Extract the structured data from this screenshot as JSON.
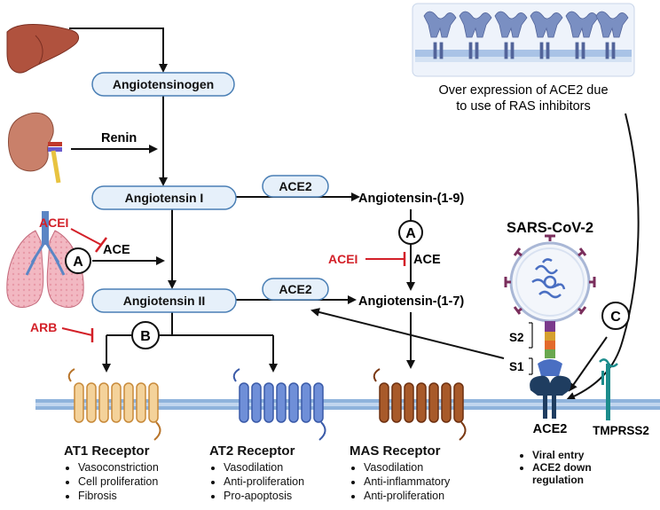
{
  "boxes": {
    "angiotensinogen": "Angiotensinogen",
    "angiotensin_i": "Angiotensin I",
    "angiotensin_ii": "Angiotensin II",
    "ace2_top": "ACE2",
    "ace2_mid": "ACE2"
  },
  "labels": {
    "renin": "Renin",
    "acei_left": "ACEI",
    "ace_left": "ACE",
    "arb": "ARB",
    "ang_1_9": "Angiotensin-(1-9)",
    "ang_1_7": "Angiotensin-(1-7)",
    "acei_mid": "ACEI",
    "ace_mid": "ACE",
    "sars": "SARS-CoV-2",
    "s2": "S2",
    "s1": "S1",
    "ace2_receptor": "ACE2",
    "tmprss2": "TMPRSS2",
    "overexpression_line1": "Over expression of ACE2 due",
    "overexpression_line2": "to use of RAS inhibitors"
  },
  "markers": {
    "a1": "A",
    "a2": "A",
    "b": "B",
    "c": "C"
  },
  "receptors": {
    "at1": {
      "title": "AT1 Receptor",
      "effects": [
        "Vasoconstriction",
        "Cell proliferation",
        "Fibrosis"
      ]
    },
    "at2": {
      "title": "AT2 Receptor",
      "effects": [
        "Vasodilation",
        "Anti-proliferation",
        "Pro-apoptosis"
      ]
    },
    "mas": {
      "title": "MAS Receptor",
      "effects": [
        "Vasodilation",
        "Anti-inflammatory",
        "Anti-proliferation"
      ]
    }
  },
  "viral_effects": [
    "Viral entry",
    "ACE2 down regulation"
  ],
  "colors": {
    "box_fill": "#e6f0fa",
    "box_stroke": "#4a7fb5",
    "inhibitor_red": "#d32028",
    "membrane": "#8fb3dc",
    "at1_receptor": "#e9a85c",
    "at2_receptor": "#4a6fc2",
    "mas_receptor": "#9a4a1e",
    "ace2_protein": "#1f3d60",
    "tmprss2": "#1c8c8c"
  }
}
